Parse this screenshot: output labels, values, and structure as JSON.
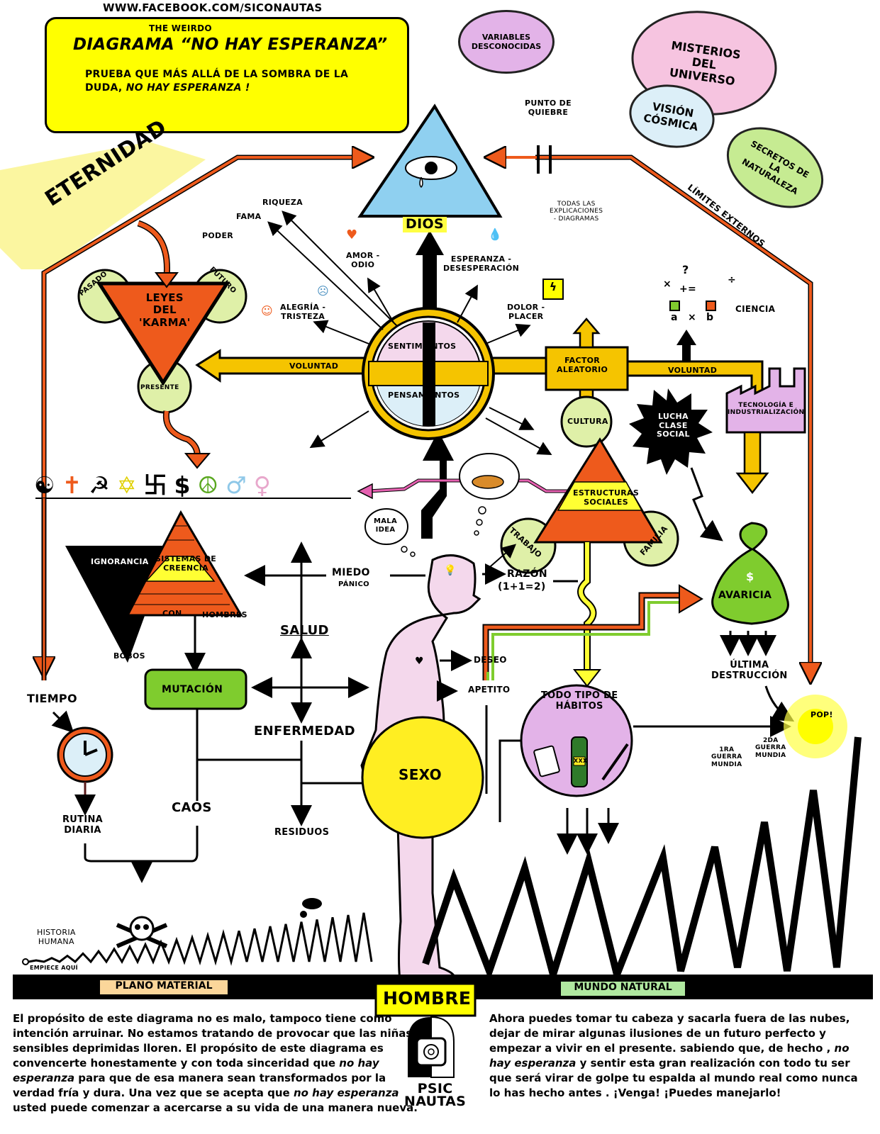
{
  "header": {
    "url": "WWW.FACEBOOK.COM/SICONAUTAS",
    "kicker": "THE WEIRDO",
    "title": "DIAGRAMA “NO HAY ESPERANZA”",
    "subtitle_line1": "PRUEBA QUE MÁS ALLÁ DE LA SOMBRA DE LA",
    "subtitle_line2_a": "DUDA, ",
    "subtitle_line2_b": "NO HAY ESPERANZA !"
  },
  "clouds": {
    "variables": [
      "VARIABLES",
      "DESCONOCIDAS"
    ],
    "misterios": [
      "MISTERIOS",
      "DEL",
      "UNIVERSO"
    ],
    "vision": [
      "VISIÓN",
      "CÓSMICA"
    ],
    "secretos": [
      "SECRETOS DE",
      "LA",
      "NATURALEZA"
    ]
  },
  "top": {
    "eternidad": "ETERNIDAD",
    "dios": "DIOS",
    "punto_quiebre": [
      "PUNTO DE",
      "QUIEBRE"
    ],
    "todas_explicaciones": [
      "TODAS LAS",
      "EXPLICACIONES",
      "- DIAGRAMAS"
    ],
    "limites_externos": "LÍMITES EXTERNOS",
    "riqueza": "RIQUEZA",
    "fama": "FAMA",
    "poder": "PODER",
    "amor_odio": [
      "AMOR -",
      "ODIO"
    ],
    "esperanza": [
      "ESPERANZA -",
      "DESESPERACIÓN"
    ],
    "alegria": [
      "ALEGRÍA -",
      "TRISTEZA"
    ],
    "dolor": [
      "DOLOR -",
      "PLACER"
    ],
    "ciencia": "CIENCIA",
    "math_symbols": {
      "q": "?",
      "ops": "+=",
      "times_left": "×",
      "div": "÷",
      "a": "a",
      "x": "×",
      "b": "b"
    }
  },
  "karma": {
    "title": [
      "LEYES",
      "DEL",
      "'KARMA'"
    ],
    "pasado": "PASADO",
    "futuro": "FUTURO",
    "presente": "PRESENTE"
  },
  "center": {
    "sentimientos": "SENTIMIENTOS",
    "pensamientos": "PENSAMIENTOS",
    "voluntad_left": "VOLUNTAD",
    "voluntad_right": "VOLUNTAD",
    "factor": [
      "FACTOR",
      "ALEATORIO"
    ],
    "tecnologia": [
      "TECNOLOGÍA E",
      "INDUSTRIALIZACIÓN"
    ],
    "lucha": [
      "LUCHA",
      "CLASE",
      "SOCIAL"
    ]
  },
  "symbols": [
    "☯",
    "✝",
    "☭",
    "✡",
    "卐",
    "$",
    "☮",
    "♂",
    "♀"
  ],
  "belief": {
    "ignorancia": "IGNORANCIA",
    "sistemas": [
      "SISTEMAS DE",
      "CREENCIA"
    ],
    "con": "CON",
    "hombres": "HOMBRES",
    "bobos": "BOBOS"
  },
  "social": {
    "cultura": "CULTURA",
    "estructuras": [
      "ESTRUCTURAS",
      "SOCIALES"
    ],
    "trabajo": "TRABAJO",
    "familia": "FAMILIA",
    "mala_idea": [
      "MALA",
      "IDEA"
    ]
  },
  "man": {
    "miedo": "MIEDO",
    "panico": "PÁNICO",
    "razon": "RAZÓN",
    "razon_eq": "(1+1=2)",
    "salud": "SALUD",
    "enfermedad": "ENFERMEDAD",
    "deseo": "DESEO",
    "apetito": "APETITO",
    "sexo": "SEXO",
    "avaricia": "AVARICIA",
    "avaricia_symbol": "$",
    "ultima": [
      "ÚLTIMA",
      "DESTRUCCIÓN"
    ],
    "habitos": [
      "TODO TIPO DE",
      "HÁBITOS"
    ],
    "xxx": "XXX",
    "pop": "POP!",
    "guerra1": [
      "1RA",
      "GUERRA",
      "MUNDIA"
    ],
    "guerra2": [
      "2DA",
      "GUERRA",
      "MUNDIA"
    ]
  },
  "left": {
    "tiempo": "TIEMPO",
    "mutacion": "MUTACIÓN",
    "caos": "CAOS",
    "rutina": [
      "RUTINA",
      "DIARIA"
    ],
    "residuos": "RESIDUOS",
    "historia": [
      "HISTORIA",
      "HUMANA"
    ],
    "empiece": "EMPIECE AQUÍ"
  },
  "footer": {
    "plano": "PLANO MATERIAL",
    "hombre": "HOMBRE",
    "mundo": "MUNDO NATURAL",
    "logo_top": "PSIC",
    "logo_bottom": "NAUTAS",
    "left_paragraph": [
      "El propósito de este diagrama no es malo, tampoco tiene como",
      "intención arruinar. No estamos tratando de provocar que las niñas",
      "sensibles deprimidas lloren. El propósito de este diagrama es",
      "convencerte honestamente y con toda sinceridad que |no hay|",
      "|esperanza| para que de esa manera sean transformados por la",
      "verdad fría y dura. Una vez que se acepta que |no hay esperanza|",
      "usted puede comenzar a acercarse a su vida de una manera nueva."
    ],
    "right_paragraph": [
      "Ahora puedes tomar tu cabeza y sacarla fuera de las nubes,",
      "dejar de mirar algunas ilusiones de un futuro perfecto y",
      "empezar a vivir en el presente. sabiendo que, de hecho , |no|",
      "|hay esperanza| y sentir esta gran realización con todo tu ser",
      "que será virar de golpe tu espalda al mundo real como nunca",
      "lo has hecho antes . ¡Venga! ¡Puedes manejarlo!"
    ]
  },
  "colors": {
    "yellow": "#ffff00",
    "gold": "#f5c400",
    "orange": "#ee5a1c",
    "pink": "#f4d8ec",
    "violet": "#e3b3e8",
    "lightblue": "#dceff8",
    "lightgreen": "#dff0a8",
    "green": "#7fcc2e",
    "magenta": "#e560b0",
    "sky": "#8fd0f0"
  }
}
